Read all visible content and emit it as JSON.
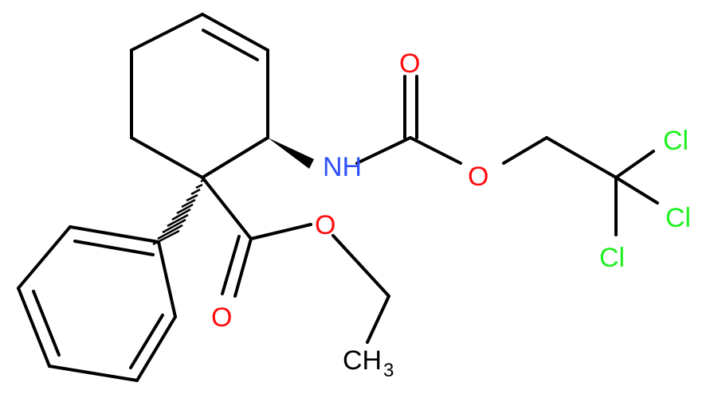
{
  "molecule": {
    "atoms": {
      "O_carbamate_carbonyl": "O",
      "NH": "NH",
      "O_carbamate_ester": "O",
      "Cl_1": "Cl",
      "Cl_2": "Cl",
      "Cl_3": "Cl",
      "O_ester_alkoxy": "O",
      "O_ester_carbonyl": "O",
      "methyl": "CH",
      "methyl_subscript": "3"
    },
    "colors": {
      "carbon_bond": "#000000",
      "oxygen": "#ff0d0d",
      "nitrogen": "#3050f8",
      "chlorine": "#1ff01f",
      "carbon_label": "#000000"
    }
  }
}
